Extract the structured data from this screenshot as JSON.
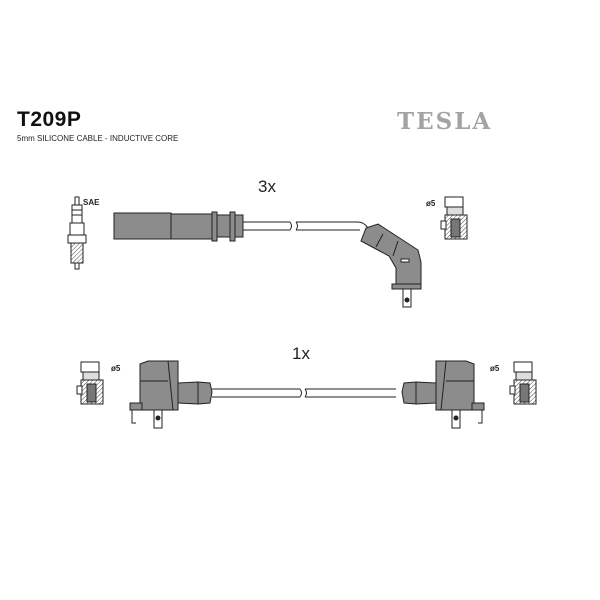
{
  "header": {
    "part_number": "T209P",
    "description": "5mm SILICONE CABLE - INDUCTIVE CORE",
    "brand_logo": "TESLA"
  },
  "top_cable": {
    "quantity": "3x",
    "plug_type_label": "SAE",
    "terminal_label": "ø5"
  },
  "bottom_cable": {
    "quantity": "1x",
    "left_terminal_label": "ø5",
    "right_terminal_label": "ø5"
  },
  "colors": {
    "boot": "#8c8c8c",
    "line": "#222222",
    "logo": "#a3a3a3"
  }
}
